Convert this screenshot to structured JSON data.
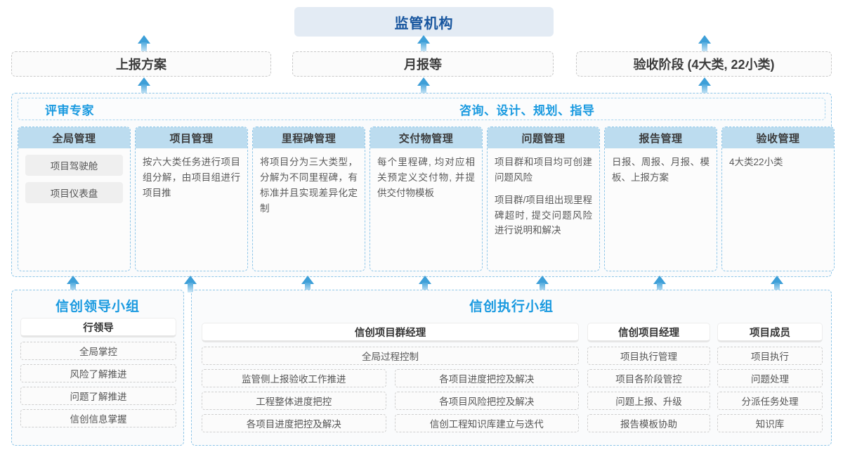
{
  "top": {
    "regulator": "监管机构",
    "submits": [
      "上报方案",
      "月报等",
      "验收阶段 (4大类, 22小类)"
    ]
  },
  "band": {
    "titles": [
      "评审专家",
      "咨询、设计、规划、指导"
    ],
    "columns": [
      {
        "head": "全局管理",
        "pills": [
          "项目驾驶舱",
          "项目仪表盘"
        ],
        "paragraphs": []
      },
      {
        "head": "项目管理",
        "pills": [],
        "paragraphs": [
          "按六大类任务进行项目组分解，由项目组进行项目推"
        ]
      },
      {
        "head": "里程碑管理",
        "pills": [],
        "paragraphs": [
          "将项目分为三大类型，分解为不同里程碑，有标准并且实现差异化定制"
        ]
      },
      {
        "head": "交付物管理",
        "pills": [],
        "paragraphs": [
          "每个里程碑, 均对应相关预定义交付物, 并提供交付物模板"
        ]
      },
      {
        "head": "问题管理",
        "pills": [],
        "paragraphs": [
          "项目群和项目均可创建问题风险",
          "项目群/项目组出现里程碑超时, 提交问题风险进行说明和解决"
        ]
      },
      {
        "head": "报告管理",
        "pills": [],
        "paragraphs": [
          "日报、周报、月报、模板、上报方案"
        ]
      },
      {
        "head": "验收管理",
        "pills": [],
        "paragraphs": [
          "4大类22小类"
        ]
      }
    ]
  },
  "teams": {
    "lead": {
      "title": "信创领导小组",
      "role": "行领导",
      "tasks": [
        "全局掌控",
        "风险了解推进",
        "问题了解推进",
        "信创信息掌握"
      ]
    },
    "exec": {
      "title": "信创执行小组",
      "program_manager": {
        "role": "信创项目群经理",
        "full_task": "全局过程控制",
        "left_tasks": [
          "监管侧上报验收工作推进",
          "工程整体进度把控",
          "各项目进度把控及解决"
        ],
        "right_tasks": [
          "各项目进度把控及解决",
          "各项目风险把控及解决",
          "信创工程知识库建立与迭代"
        ]
      },
      "project_manager": {
        "role": "信创项目经理",
        "tasks": [
          "项目执行管理",
          "项目各阶段管控",
          "问题上报、升级",
          "报告模板协助"
        ]
      },
      "member": {
        "role": "项目成员",
        "tasks": [
          "项目执行",
          "问题处理",
          "分派任务处理",
          "知识库"
        ]
      }
    }
  },
  "colors": {
    "accent_blue": "#1a9ae0",
    "deep_blue": "#17559e",
    "header_band": "#bcdcef",
    "regulator_bg": "#e3ebf4"
  }
}
